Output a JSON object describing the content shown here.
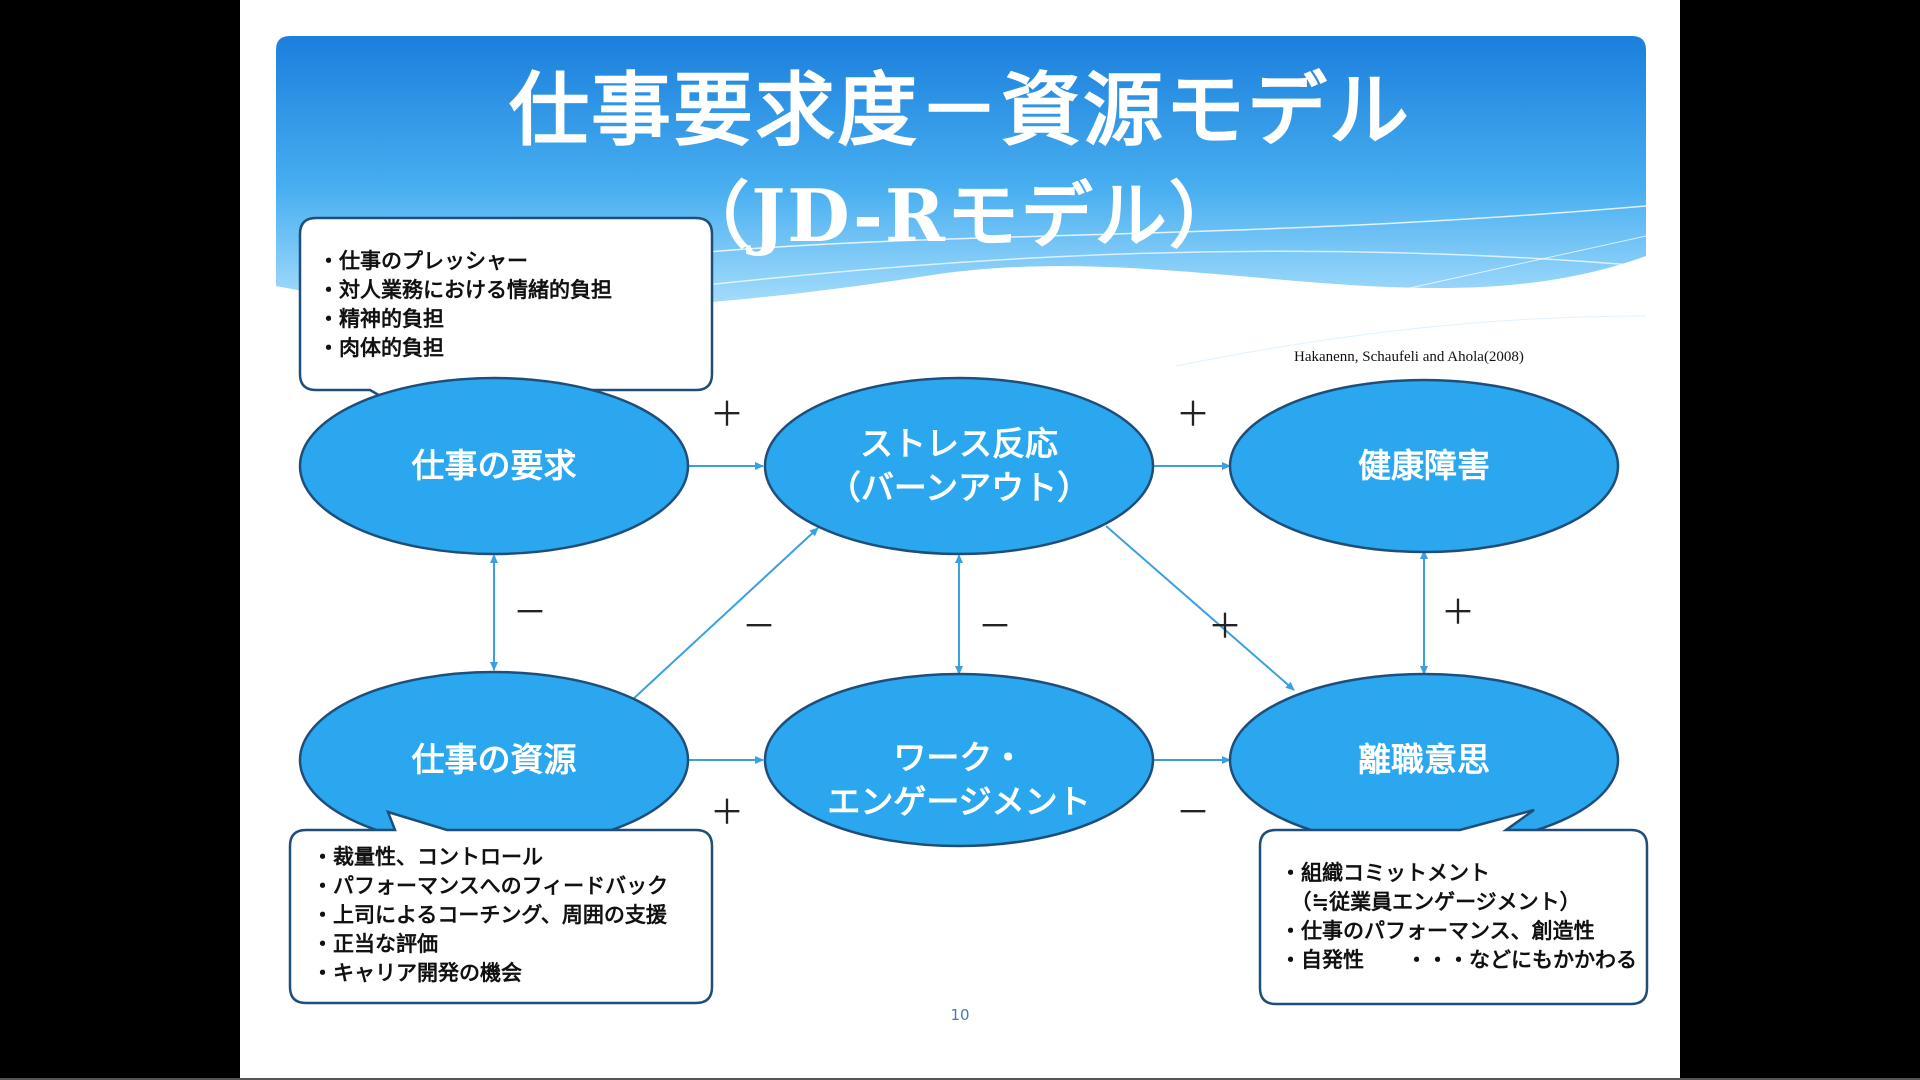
{
  "title": {
    "line1": "仕事要求度－資源モデル",
    "line2": "（JD-Rモデル）"
  },
  "citation": "Hakanenn, Schaufeli and Ahola(2008)",
  "nodes": {
    "job_demands": {
      "label": "仕事の要求"
    },
    "stress": {
      "line1": "ストレス反応",
      "line2": "（バーンアウト）"
    },
    "health": {
      "label": "健康障害"
    },
    "job_resources": {
      "label": "仕事の資源"
    },
    "engagement": {
      "line1": "ワーク・",
      "line2": "エンゲージメント"
    },
    "turnover": {
      "label": "離職意思"
    }
  },
  "signs": {
    "demands_to_stress": "＋",
    "stress_to_health": "＋",
    "demands_resources": "－",
    "resources_to_stress": "－",
    "stress_engagement": "－",
    "stress_to_turnover": "＋",
    "health_turnover": "＋",
    "resources_to_engagement": "＋",
    "engagement_to_turnover": "－"
  },
  "callouts": {
    "demands": [
      "・仕事のプレッシャー",
      "・対人業務における情緒的負担",
      "・精神的負担",
      "・肉体的負担"
    ],
    "resources": [
      "・裁量性、コントロール",
      "・パフォーマンスへのフィードバック",
      "・上司によるコーチング、周囲の支援",
      "・正当な評価",
      "・キャリア開発の機会"
    ],
    "turnover": [
      "・組織コミットメント",
      "　（≒従業員エンゲージメント）",
      "・仕事のパフォーマンス、創造性",
      "・自発性　　・・・などにもかかわる"
    ]
  },
  "page_number": "10",
  "colors": {
    "node_fill": "#2aa7ee",
    "node_stroke": "#1f4e79",
    "arrow": "#3aa0e0",
    "header_top": "#1e88e5",
    "header_bottom": "#8fd3fb"
  }
}
